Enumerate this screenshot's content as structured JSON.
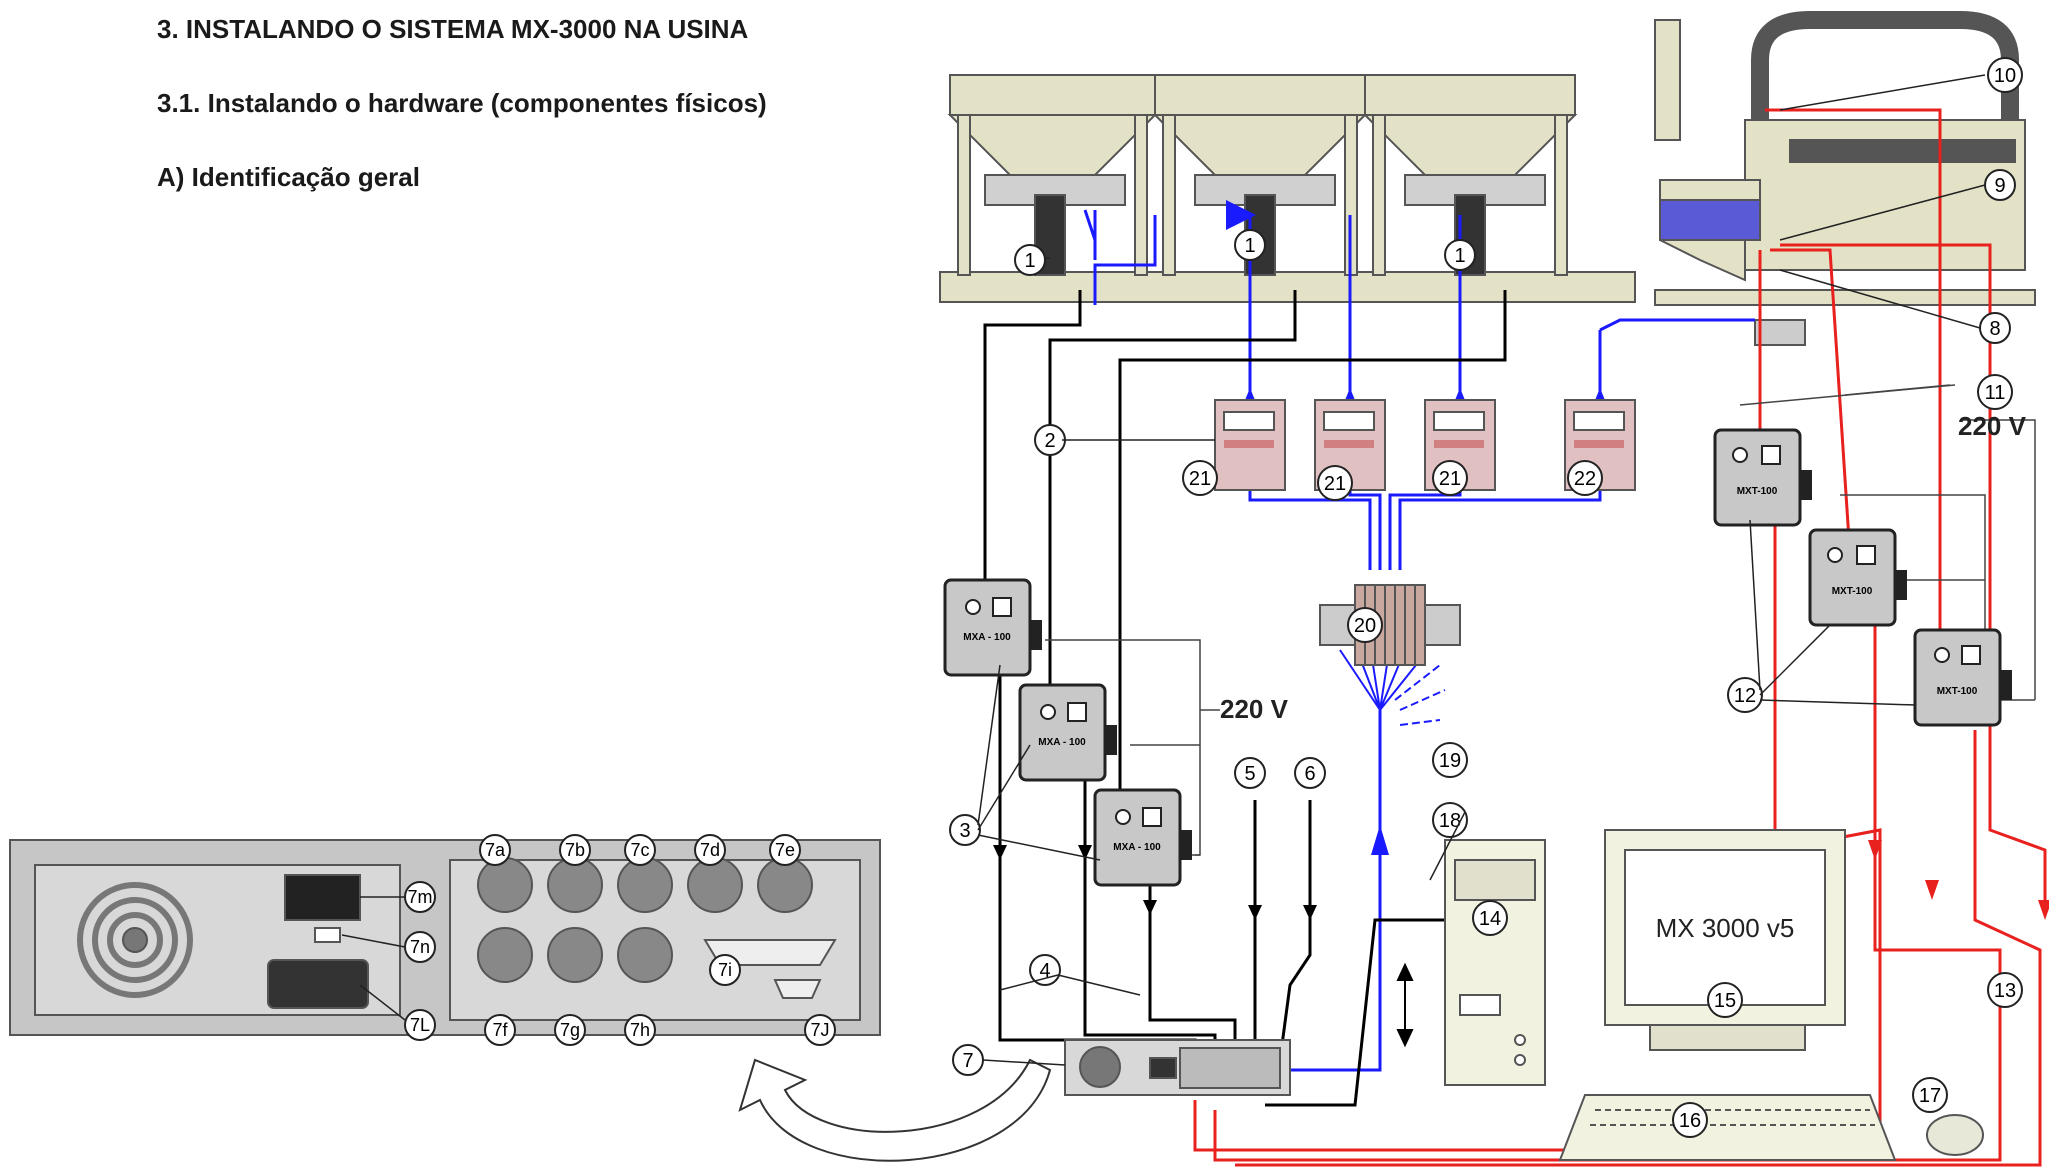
{
  "headings": {
    "h1": "3. INSTALANDO O SISTEMA MX-3000 NA USINA",
    "h2": "3.1. Instalando o hardware (componentes físicos)",
    "h3": "A) Identificação geral"
  },
  "labels": {
    "voltage_left": "220 V",
    "voltage_right": "220 V",
    "mxa": "MXA - 100",
    "mxt": "MXT-100",
    "screen": "MX 3000 v5"
  },
  "callouts": {
    "n1": "1",
    "n2": "2",
    "n3": "3",
    "n4": "4",
    "n5": "5",
    "n6": "6",
    "n7": "7",
    "n8": "8",
    "n9": "9",
    "n10": "10",
    "n11": "11",
    "n12": "12",
    "n13": "13",
    "n14": "14",
    "n15": "15",
    "n16": "16",
    "n17": "17",
    "n18": "18",
    "n19": "19",
    "n20": "20",
    "n21": "21",
    "n22": "22"
  },
  "panel_callouts": {
    "a": "7a",
    "b": "7b",
    "c": "7c",
    "d": "7d",
    "e": "7e",
    "f": "7f",
    "g": "7g",
    "h": "7h",
    "i": "7i",
    "j": "7J",
    "l": "7L",
    "m": "7m",
    "n": "7n"
  },
  "colors": {
    "signal": "#000000",
    "control": "#1a1aff",
    "temperature": "#e8201e",
    "hopper": "#e4e2c6",
    "device": "#c8c8c8"
  }
}
